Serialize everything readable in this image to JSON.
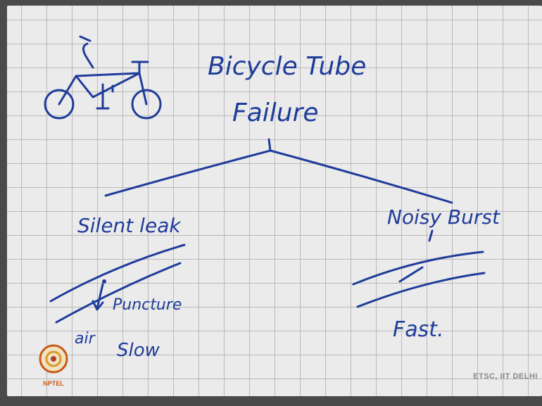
{
  "board": {
    "title_line1": "Bicycle Tube",
    "title_line2": "Failure",
    "left_branch": {
      "label": "Silent leak",
      "annotation": "Puncture",
      "flow": "air",
      "speed": "Slow"
    },
    "right_branch": {
      "label": "Noisy Burst",
      "speed": "Fast."
    },
    "ink_color": "#1f3c9a",
    "icon": "bicycle-icon"
  },
  "watermark": "ETSC, IIT DELHI",
  "logo": {
    "text": "NPTEL",
    "icon": "nptel-logo-icon",
    "accent": "#c85a1a"
  }
}
